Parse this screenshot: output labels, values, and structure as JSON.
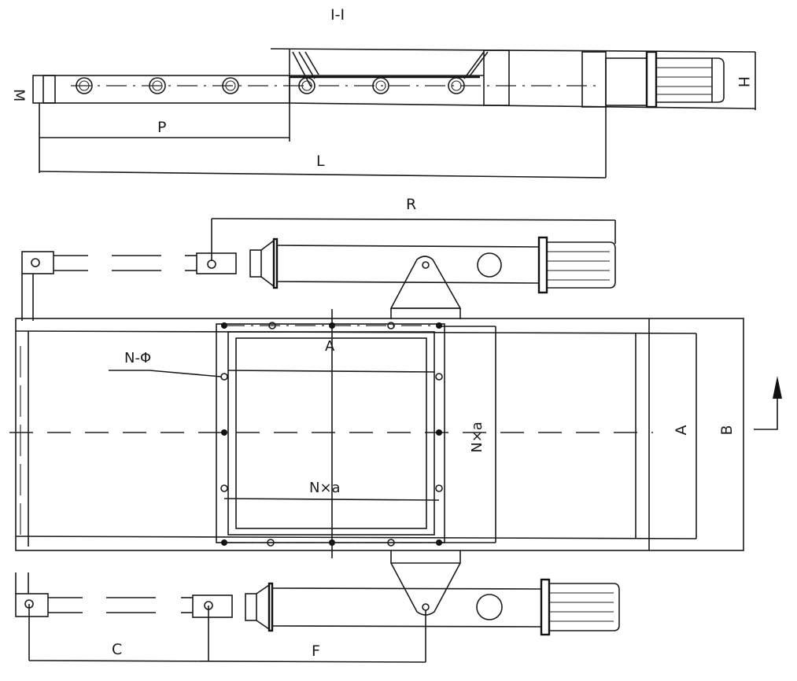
{
  "drawing": {
    "section_label": "I-I",
    "top_view": {
      "labels": {
        "height_left": "M",
        "height_right": "H",
        "dim_p": "P",
        "dim_l": "L"
      }
    },
    "plan_view": {
      "labels": {
        "dim_r": "R",
        "hole_spec": "N-Φ",
        "hole_spacing_h": "N×a",
        "hole_spacing_v": "N×a",
        "inner_width": "A",
        "outer_width": "B",
        "section_marker": "A",
        "dim_c": "C",
        "dim_f": "F"
      }
    }
  }
}
